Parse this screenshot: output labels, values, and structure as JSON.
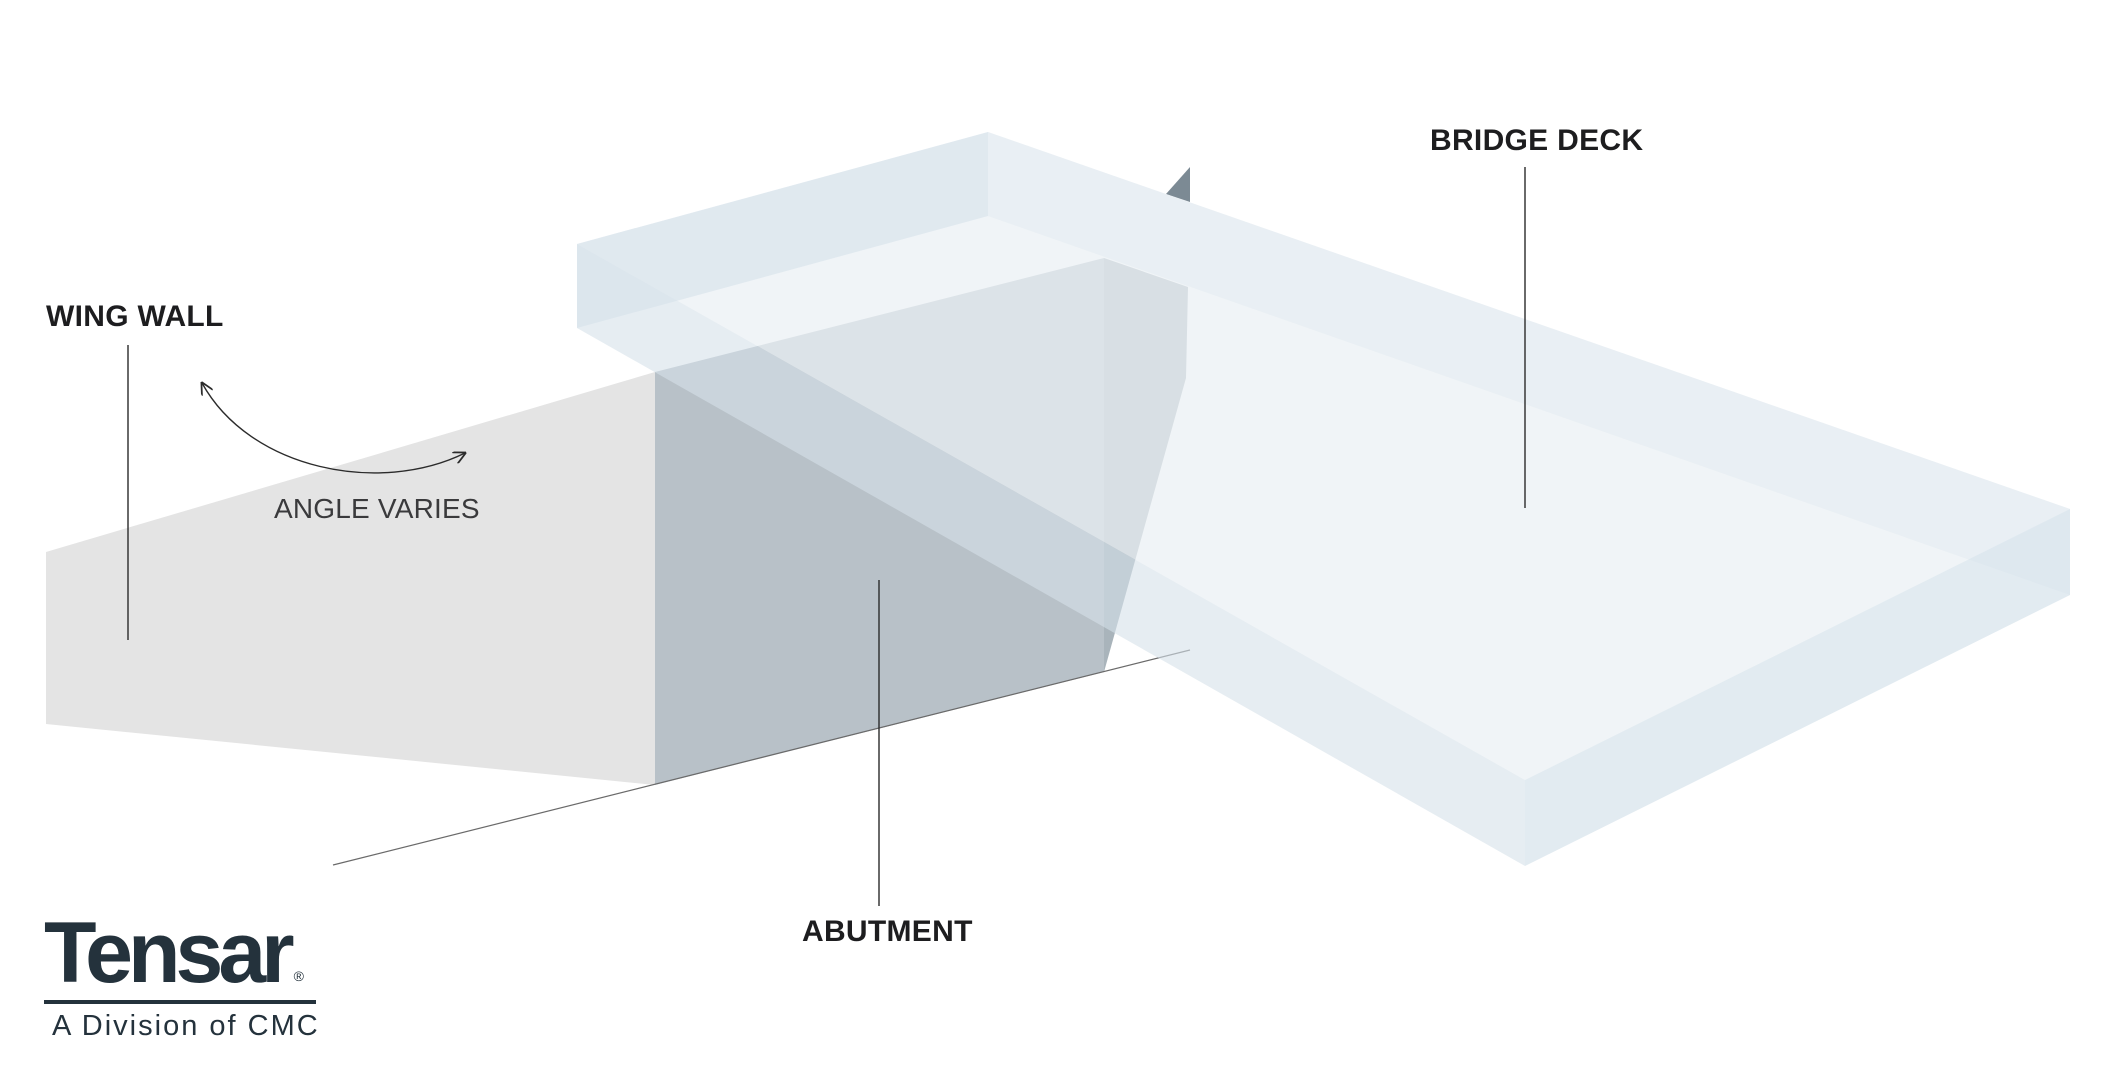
{
  "labels": {
    "wing_wall": "WING WALL",
    "bridge_deck": "BRIDGE DECK",
    "abutment": "ABUTMENT",
    "angle_varies": "ANGLE VARIES"
  },
  "logo": {
    "wordmark": "Tensar",
    "registered": "®",
    "tagline": "A Division of CMC"
  },
  "colors": {
    "wing_wall_face": "#e4e4e4",
    "abutment_face": "#b8c1c8",
    "abutment_side": "#9aa6ae",
    "deck_top": "#eef3f6",
    "deck_side": "#dbe6ee",
    "leader_lines": "#2b2b2b",
    "logo": "#24323c"
  }
}
